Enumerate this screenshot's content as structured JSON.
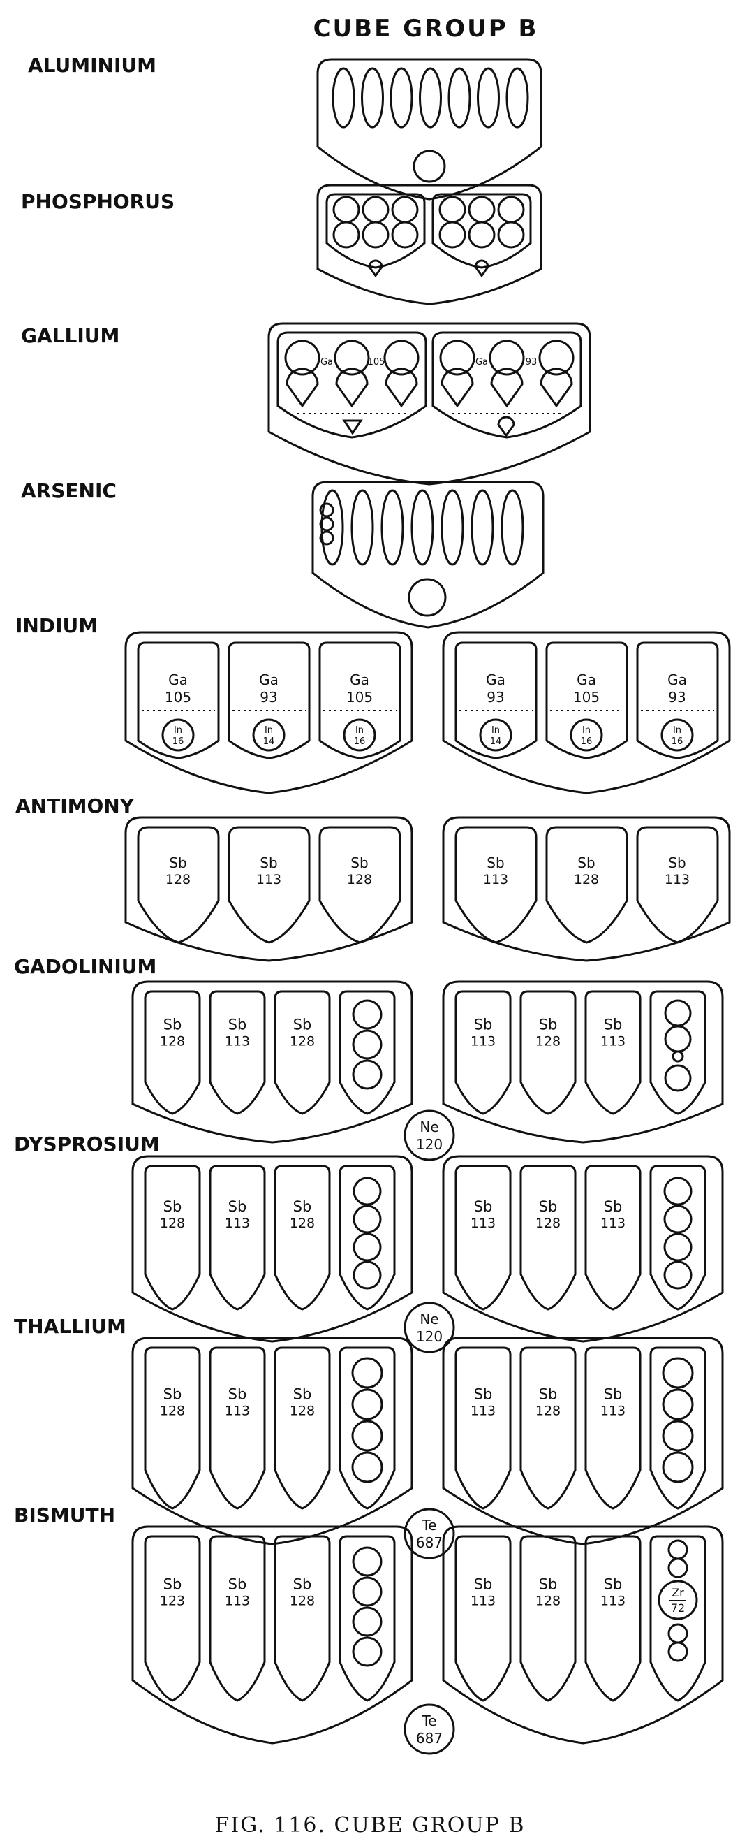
{
  "title": "CUBE GROUP B",
  "caption": "FIG. 116. CUBE GROUP B",
  "elements": [
    {
      "name": "ALUMINIUM"
    },
    {
      "name": "PHOSPHORUS"
    },
    {
      "name": "GALLIUM",
      "inner_labels": [
        [
          "Ga",
          "105"
        ],
        [
          "Ga",
          "93"
        ]
      ]
    },
    {
      "name": "ARSENIC"
    },
    {
      "name": "INDIUM",
      "left": [
        [
          "Ga",
          "105",
          "In",
          "16"
        ],
        [
          "Ga",
          "93",
          "In",
          "14"
        ],
        [
          "Ga",
          "105",
          "In",
          "16"
        ]
      ],
      "right": [
        [
          "Ga",
          "93",
          "In",
          "14"
        ],
        [
          "Ga",
          "105",
          "In",
          "16"
        ],
        [
          "Ga",
          "93",
          "In",
          "16"
        ]
      ]
    },
    {
      "name": "ANTIMONY",
      "left": [
        [
          "Sb",
          "128"
        ],
        [
          "Sb",
          "113"
        ],
        [
          "Sb",
          "128"
        ]
      ],
      "right": [
        [
          "Sb",
          "113"
        ],
        [
          "Sb",
          "128"
        ],
        [
          "Sb",
          "113"
        ]
      ]
    },
    {
      "name": "GADOLINIUM",
      "left": [
        [
          "Sb",
          "128"
        ],
        [
          "Sb",
          "113"
        ],
        [
          "Sb",
          "128"
        ]
      ],
      "right": [
        [
          "Sb",
          "113"
        ],
        [
          "Sb",
          "128"
        ],
        [
          "Sb",
          "113"
        ]
      ],
      "center": [
        "Ne",
        "120"
      ]
    },
    {
      "name": "DYSPROSIUM",
      "left": [
        [
          "Sb",
          "128"
        ],
        [
          "Sb",
          "113"
        ],
        [
          "Sb",
          "128"
        ]
      ],
      "right": [
        [
          "Sb",
          "113"
        ],
        [
          "Sb",
          "128"
        ],
        [
          "Sb",
          "113"
        ]
      ],
      "center": [
        "Ne",
        "120"
      ]
    },
    {
      "name": "THALLIUM",
      "left": [
        [
          "Sb",
          "128"
        ],
        [
          "Sb",
          "113"
        ],
        [
          "Sb",
          "128"
        ]
      ],
      "right": [
        [
          "Sb",
          "113"
        ],
        [
          "Sb",
          "128"
        ],
        [
          "Sb",
          "113"
        ]
      ],
      "center": [
        "Te",
        "687"
      ]
    },
    {
      "name": "BISMUTH",
      "left": [
        [
          "Sb",
          "123"
        ],
        [
          "Sb",
          "113"
        ],
        [
          "Sb",
          "128"
        ]
      ],
      "right": [
        [
          "Sb",
          "113"
        ],
        [
          "Sb",
          "128"
        ],
        [
          "Sb",
          "113"
        ]
      ],
      "center": [
        "Te",
        "687"
      ],
      "extra": [
        "Zr",
        "72"
      ]
    }
  ]
}
